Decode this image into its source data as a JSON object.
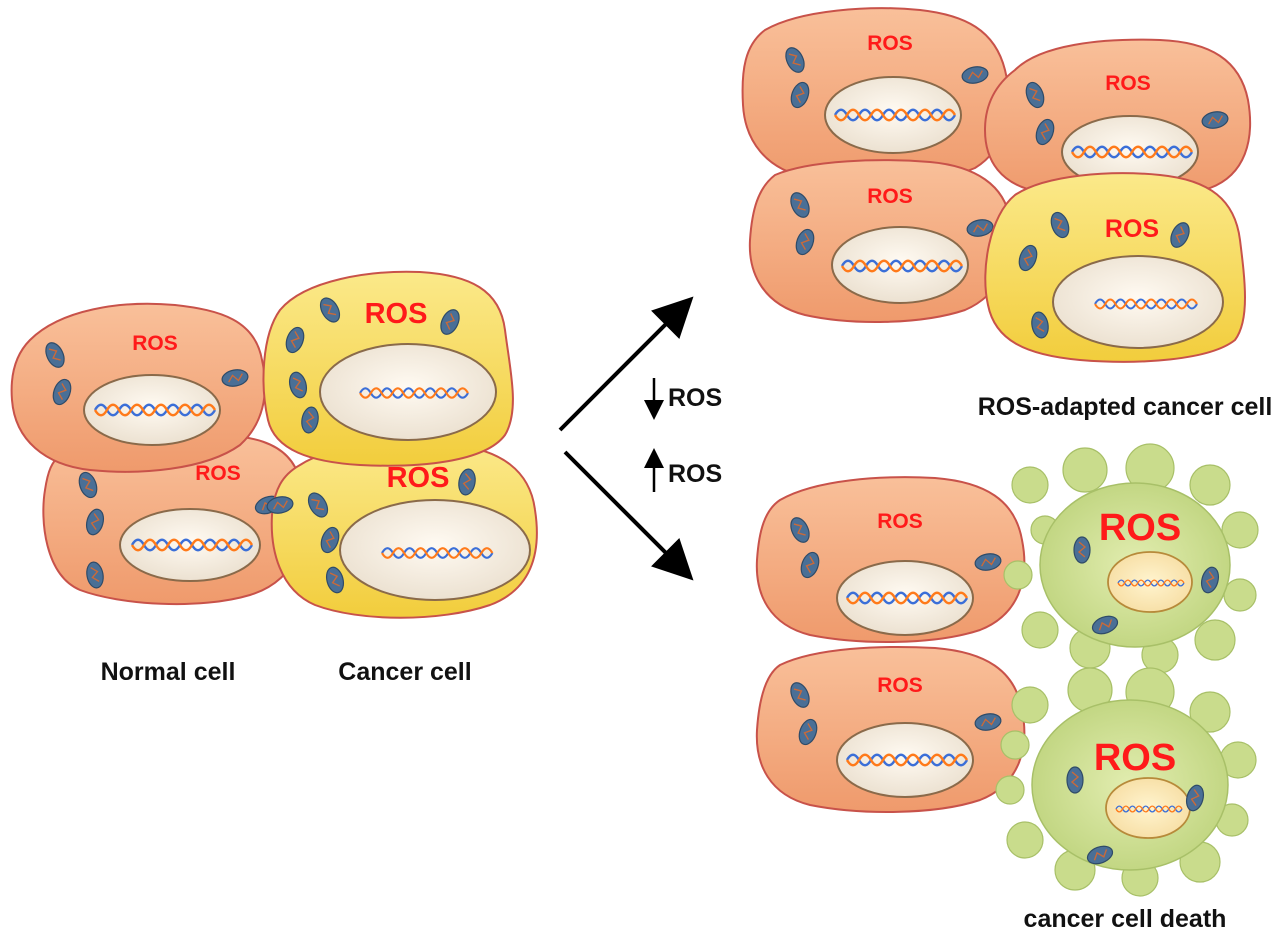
{
  "labels": {
    "normal_cell": "Normal cell",
    "cancer_cell": "Cancer cell",
    "ros_adapted": "ROS-adapted cancer cell",
    "cancer_death": "cancer cell death",
    "ros": "ROS",
    "decrease_ros": "ROS",
    "increase_ros": "ROS"
  },
  "colors": {
    "normal_cell": "#f5a77a",
    "cancer_cell": "#f7d85a",
    "dying_cell": "#c9dc8c",
    "ros_text": "#ff1a1a",
    "nucleus": "#f6eee4",
    "mitochondria": "#4a6f96"
  },
  "icons": [
    "dna-helix-icon",
    "mitochondrion-icon",
    "arrow-icon"
  ]
}
